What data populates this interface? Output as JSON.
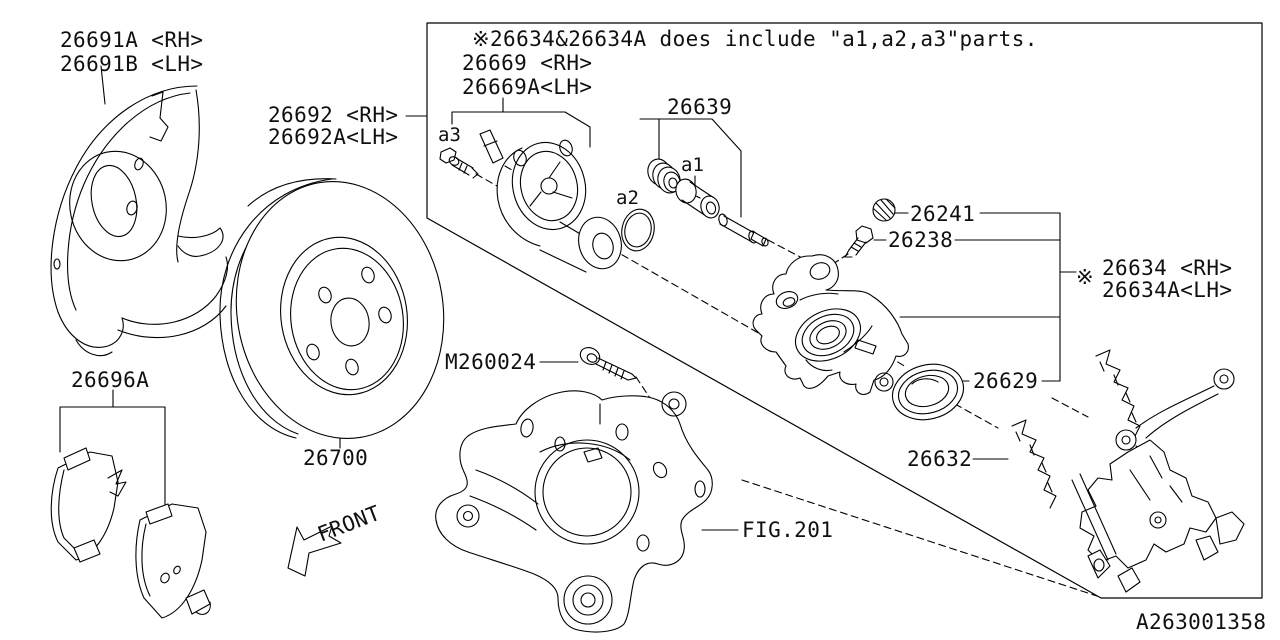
{
  "colors": {
    "line": "#000000",
    "background": "#ffffff"
  },
  "note": "※26634&26634A does include \"a1,a2,a3\"parts.",
  "drawing_code": "A263001358",
  "orientation": {
    "front_label": "FRONT"
  },
  "references": {
    "figure": "FIG.201"
  },
  "parts": {
    "backing_plate_rh": "26691A <RH>",
    "backing_plate_lh": "26691B <LH>",
    "caliper_kit_rh": "26692 <RH>",
    "caliper_kit_lh": "26692A<LH>",
    "actuator_rh": "26669 <RH>",
    "actuator_lh": "26669A<LH>",
    "pin_boot_kit": "26639",
    "cap": "26241",
    "air_bleeder": "26238",
    "caliper_body_ref_mark": "※",
    "caliper_body_rh": "26634 <RH>",
    "caliper_body_lh": "26634A<LH>",
    "piston_boot": "26629",
    "shim": "26632",
    "pad_kit": "26696A",
    "rotor": "26700",
    "bolt": "M260024"
  },
  "sub_labels": {
    "a1": "a1",
    "a2": "a2",
    "a3": "a3"
  }
}
